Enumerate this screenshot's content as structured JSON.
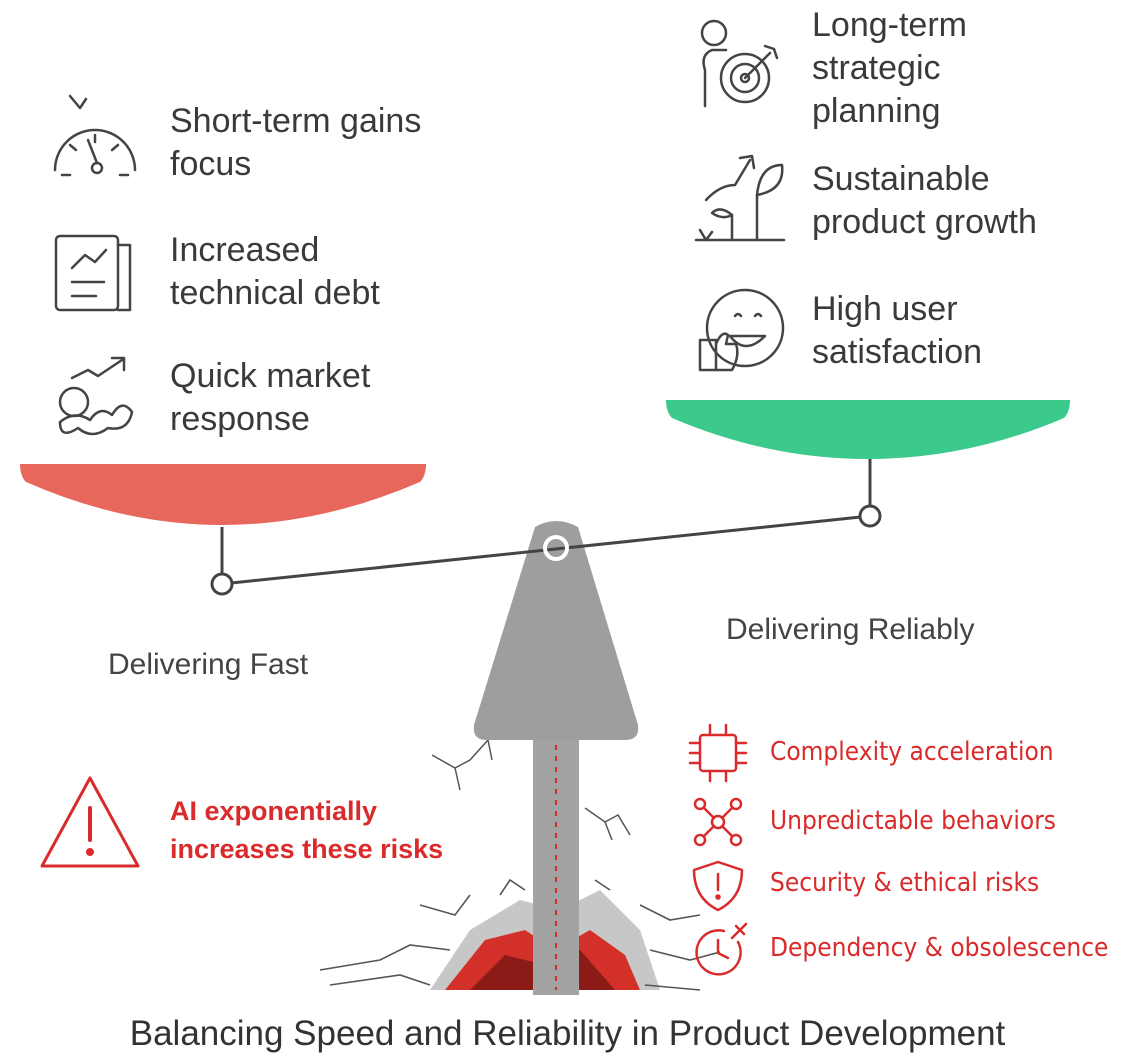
{
  "fast_side": {
    "label": "Delivering Fast",
    "items": [
      {
        "text": "Short-term gains\nfocus",
        "icon": "speedometer-icon"
      },
      {
        "text": "Increased\ntechnical debt",
        "icon": "document-chart-icon"
      },
      {
        "text": "Quick market\nresponse",
        "icon": "trend-arrow-icon"
      }
    ],
    "pan_color": "#e8675d"
  },
  "reliable_side": {
    "label": "Delivering Reliably",
    "items": [
      {
        "text": "Long-term\nstrategic\nplanning",
        "icon": "person-target-icon"
      },
      {
        "text": "Sustainable\nproduct growth",
        "icon": "plant-growth-icon"
      },
      {
        "text": "High user\nsatisfaction",
        "icon": "smiley-thumbs-up-icon"
      }
    ],
    "pan_color": "#3cc98c"
  },
  "warning": {
    "text": "AI exponentially\nincreases these risks",
    "icon": "warning-triangle-icon"
  },
  "risks": [
    {
      "text": "Complexity acceleration",
      "icon": "ai-chip-icon"
    },
    {
      "text": "Unpredictable behaviors",
      "icon": "network-nodes-icon"
    },
    {
      "text": "Security & ethical risks",
      "icon": "shield-alert-icon"
    },
    {
      "text": "Dependency & obsolescence",
      "icon": "clock-plug-icon"
    }
  ],
  "title": "Balancing Speed and Reliability in Product Development",
  "colors": {
    "risk": "#d92b2b",
    "fulcrum": "#9e9e9e",
    "icon_stroke": "#444444"
  }
}
